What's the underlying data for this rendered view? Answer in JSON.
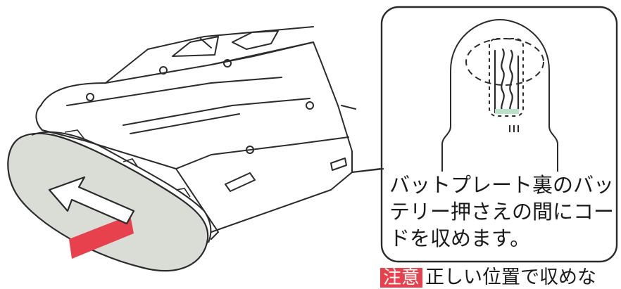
{
  "callout": {
    "lines": [
      "バットプレート裏のバッ",
      "テリー押さえの間にコー",
      "ドを収めます。"
    ]
  },
  "caution": {
    "badge": "注意",
    "text": "正しい位置で収めな"
  },
  "colors": {
    "arrow_red": "#e8414e",
    "plate_fill": "#d9ddd6",
    "cord_highlight": "#b9e2c9",
    "line": "#2b2b2b"
  }
}
